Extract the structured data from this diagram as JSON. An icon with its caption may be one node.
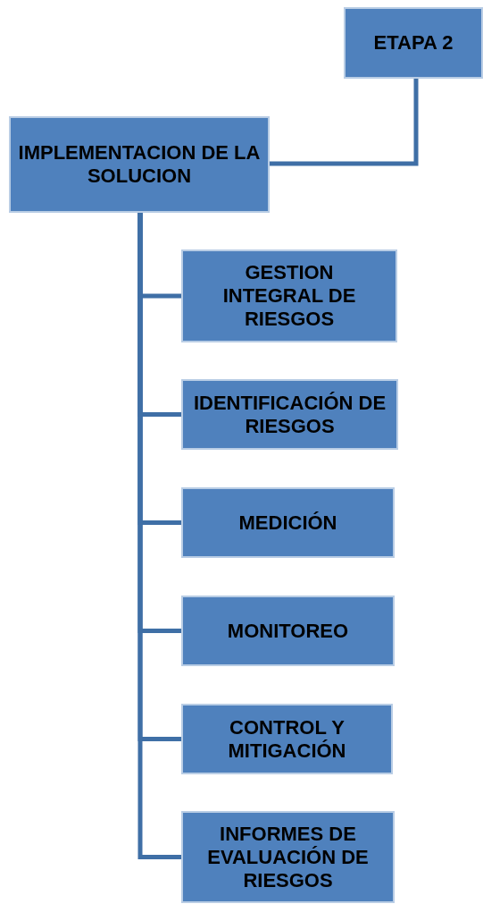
{
  "diagram": {
    "nodes": [
      {
        "text": [
          "ETAPA 2"
        ]
      },
      {
        "text": [
          "IMPLEMENTACION DE LA SOLUCION"
        ]
      },
      {
        "text": [
          "GESTION INTEGRAL DE RIESGOS"
        ]
      },
      {
        "text": [
          "IDENTIFICACIÓN DE RIESGOS"
        ]
      },
      {
        "text": [
          "MEDICIÓN"
        ]
      },
      {
        "text": [
          "MONITOREO"
        ]
      },
      {
        "text": [
          "CONTROL Y MITIGACIÓN"
        ]
      },
      {
        "text": [
          "INFORMES DE EVALUACIÓN DE RIESGOS"
        ]
      }
    ],
    "edges": [
      {
        "from": 0,
        "to": 1,
        "arrow": "none"
      },
      {
        "from": 1,
        "to": 2,
        "arrow": "none"
      },
      {
        "from": 1,
        "to": 3,
        "arrow": "none"
      },
      {
        "from": 1,
        "to": 4,
        "arrow": "none"
      },
      {
        "from": 1,
        "to": 5,
        "arrow": "none"
      },
      {
        "from": 1,
        "to": 6,
        "arrow": "none"
      },
      {
        "from": 1,
        "to": 7,
        "arrow": "none"
      }
    ]
  }
}
